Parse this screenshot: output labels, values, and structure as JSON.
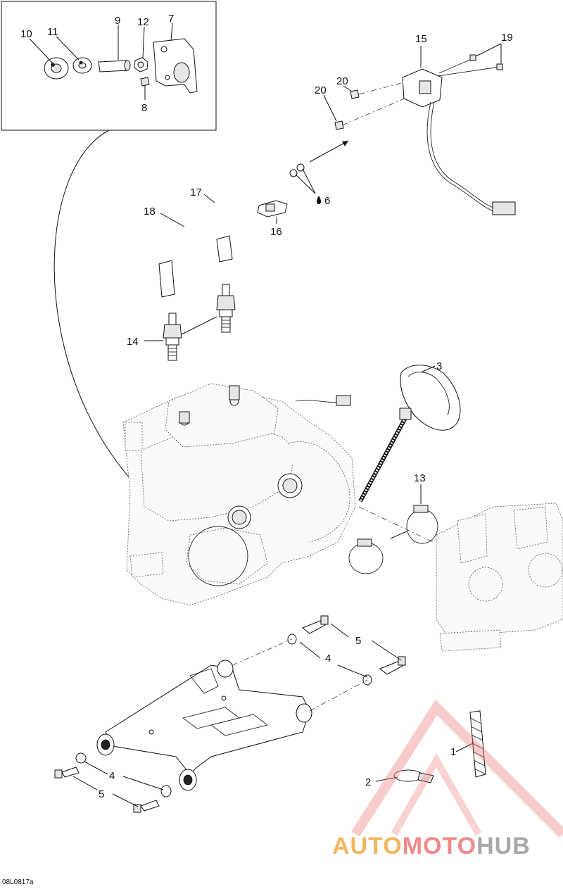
{
  "callouts": {
    "c1": "1",
    "c2": "2",
    "c3": "3",
    "c4a": "4",
    "c4b": "4",
    "c5a": "5",
    "c5b": "5",
    "c6": "6",
    "c7": "7",
    "c8": "8",
    "c9": "9",
    "c10": "10",
    "c11": "11",
    "c12": "12",
    "c13": "13",
    "c14": "14",
    "c15": "15",
    "c16": "16",
    "c17": "17",
    "c18": "18",
    "c19": "19",
    "c20": "20"
  },
  "reference_code": "08L0817a",
  "watermark": {
    "part1": "AUTO",
    "part2": "MOTO",
    "part3": "HUB",
    "colors": {
      "auto": "#f2b661",
      "moto": "#f08a8a",
      "hub": "#a8a8a8",
      "triangle": "#f07a7a"
    }
  },
  "lubricant_icon": "oil-drop-icon"
}
